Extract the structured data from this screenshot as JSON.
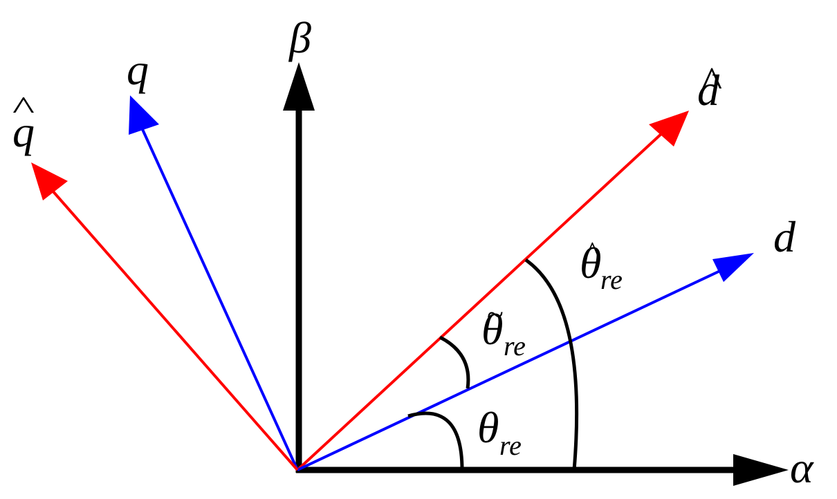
{
  "colors": {
    "axis": "#000000",
    "estimated_frame": "#ff0000",
    "actual_frame": "#0000ff",
    "arc": "#000000"
  },
  "labels": {
    "alpha": "α",
    "beta": "β",
    "d": "d",
    "q": "q",
    "d_hat": "d",
    "q_hat": "q",
    "theta_re_main": "θ",
    "theta_re_sub": "re",
    "theta_tilde_main": "θ",
    "theta_tilde_sub": "re",
    "theta_hat_main": "θ",
    "theta_hat_sub": "re",
    "hat_mark": "^",
    "tilde_mark": "~"
  }
}
